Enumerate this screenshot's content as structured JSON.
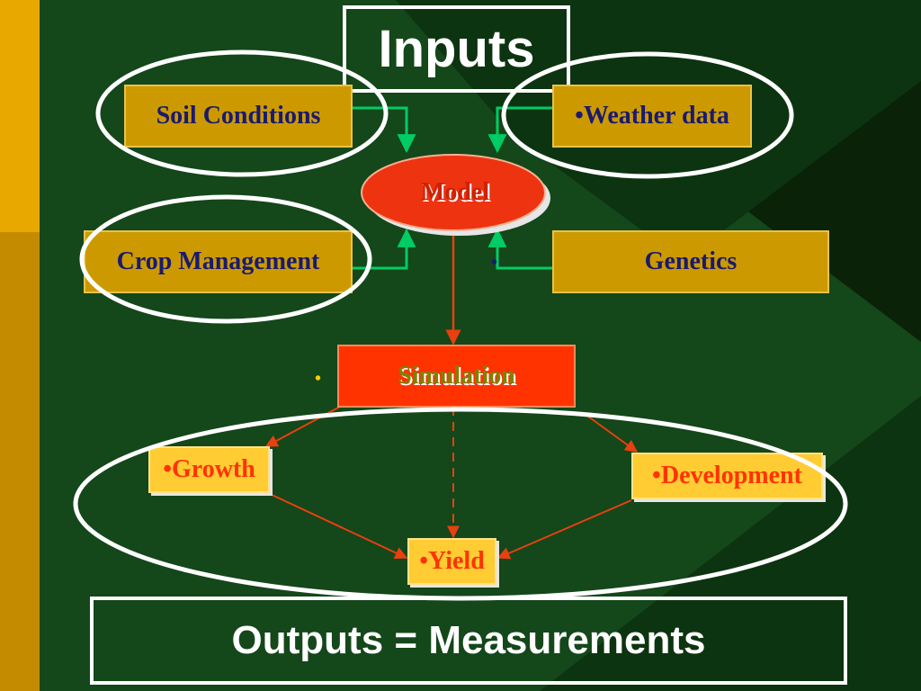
{
  "slide": {
    "title": "Inputs",
    "footer": "Outputs = Measurements",
    "model_label": "Model",
    "simulation_label": "Simulation",
    "inputs": {
      "soil": "Soil Conditions",
      "weather": "•Weather data",
      "crop": "Crop Management",
      "genetics": "Genetics"
    },
    "outputs": {
      "growth": "•Growth",
      "development": "•Development",
      "yield": "•Yield"
    },
    "stray_bullets": [
      "•",
      "•"
    ]
  },
  "colors": {
    "background": "#0a2208",
    "panel_green": "#14471a",
    "gold_box": "#cc9a00",
    "output_box": "#ffcc33",
    "model_red": "#ee3311",
    "connector_green": "#00cc66",
    "arrow_red": "#e84010",
    "text_navy": "#1a1a6e",
    "text_orange": "#ff3300",
    "outline_white": "#ffffff",
    "left_strip": "#e8a800"
  }
}
